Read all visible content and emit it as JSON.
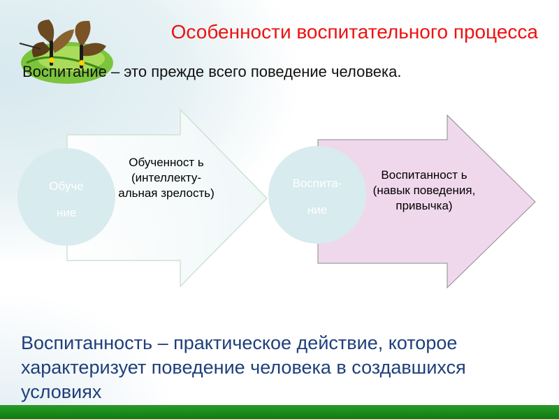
{
  "slide": {
    "title": "Особенности воспитательного процесса",
    "subtitle": "Воспитание – это прежде всего поведение человека.",
    "diagram": {
      "left": {
        "circle_line1": "Обуче",
        "circle_line2": "ние",
        "arrow_text": "Обученност ь (интеллекту-альная зрелость)"
      },
      "right": {
        "circle_line1": "Воспита-",
        "circle_line2": "ние",
        "arrow_text": "Воспитанност ь (навык поведения, привычка)"
      }
    },
    "bottom_text": "Воспитанность – практическое действие, которое характеризует поведение человека в создавшихся условиях"
  },
  "colors": {
    "title": "#ee1111",
    "bottom_text": "#1f3f7a",
    "circle_fill": "#d8ebee",
    "right_arrow_fill": "#f0d8ec",
    "footer_bar": "#0d7d10"
  },
  "icons": {
    "logo": "butterflies-on-leaf-icon"
  }
}
